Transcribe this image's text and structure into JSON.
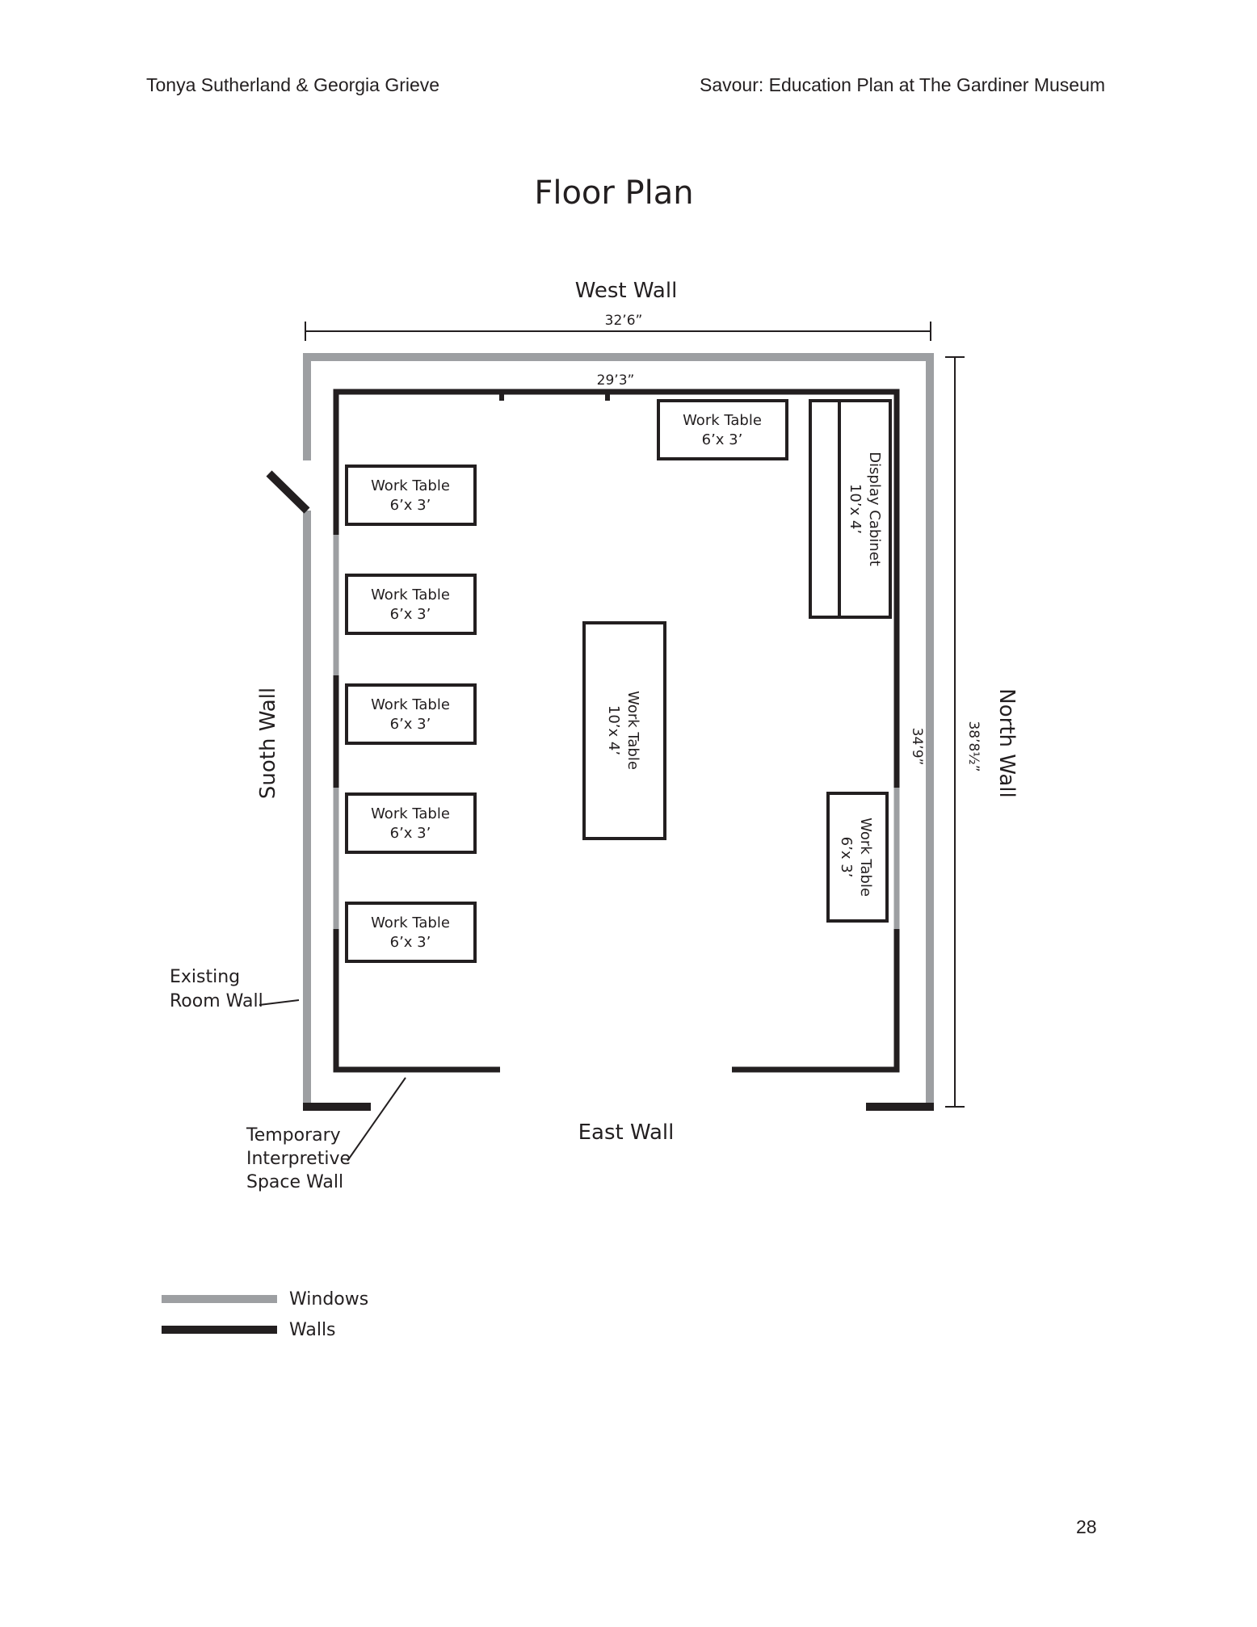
{
  "header": {
    "left": "Tonya Sutherland & Georgia Grieve",
    "right": "Savour: Education Plan at The Gardiner Museum"
  },
  "title": "Floor Plan",
  "walls": {
    "west": "West Wall",
    "east": "East Wall",
    "north": "North Wall",
    "south": "Suoth Wall"
  },
  "dimensions": {
    "outer_width": "32’6”",
    "inner_width": "29’3”",
    "inner_depth": "34’9”",
    "outer_depth": "38’8½”"
  },
  "furniture": {
    "top_table": {
      "name": "Work Table",
      "size": "6’x 3’"
    },
    "display_cabinet": {
      "name": "Display Cabinet",
      "size": "10’x 4’"
    },
    "left_tables": [
      {
        "name": "Work Table",
        "size": "6’x 3’"
      },
      {
        "name": "Work Table",
        "size": "6’x 3’"
      },
      {
        "name": "Work Table",
        "size": "6’x 3’"
      },
      {
        "name": "Work Table",
        "size": "6’x 3’"
      },
      {
        "name": "Work Table",
        "size": "6’x 3’"
      }
    ],
    "center_table": {
      "name": "Work Table",
      "size": "10’x 4’"
    },
    "right_table": {
      "name": "Work Table",
      "size": "6’x 3’"
    }
  },
  "annotations": {
    "existing_room_wall": [
      "Existing",
      "Room Wall"
    ],
    "temporary_wall": [
      "Temporary",
      "Interpretive",
      "Space Wall"
    ]
  },
  "legend": [
    {
      "label": "Windows",
      "color": "#9d9fa2"
    },
    {
      "label": "Walls",
      "color": "#231f20"
    }
  ],
  "page_number": "28"
}
